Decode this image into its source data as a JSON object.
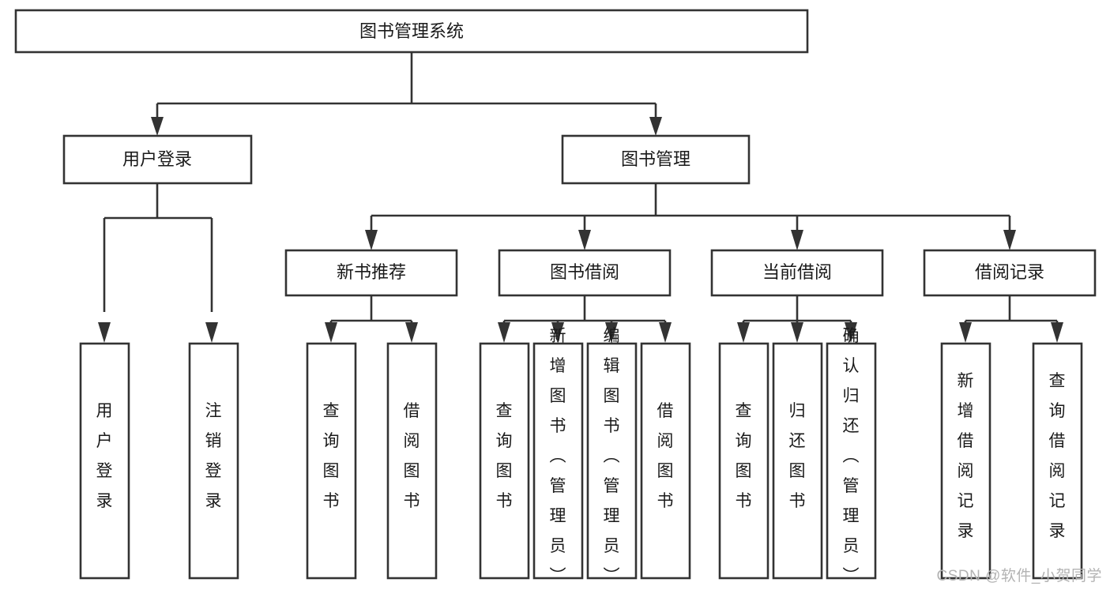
{
  "diagram": {
    "type": "tree",
    "title": "图书管理系统",
    "orientation": "top-down",
    "colors": {
      "box_fill": "#ffffff",
      "box_stroke": "#333333",
      "text": "#1a1a1a",
      "background": "#ffffff",
      "watermark": "#b3b3b3"
    },
    "root": {
      "label": "图书管理系统"
    },
    "level2": [
      {
        "label": "用户登录"
      },
      {
        "label": "图书管理"
      }
    ],
    "level3": [
      {
        "label": "新书推荐"
      },
      {
        "label": "图书借阅"
      },
      {
        "label": "当前借阅"
      },
      {
        "label": "借阅记录"
      }
    ],
    "leaves": {
      "user_login": [
        {
          "label": "用户登录"
        },
        {
          "label": "注销登录"
        }
      ],
      "new_book_recommend": [
        {
          "label": "查询图书"
        },
        {
          "label": "借阅图书"
        }
      ],
      "book_borrow": [
        {
          "label": "查询图书"
        },
        {
          "label": "新增图书（管理员）"
        },
        {
          "label": "编辑图书（管理员）"
        },
        {
          "label": "借阅图书"
        }
      ],
      "current_borrow": [
        {
          "label": "查询图书"
        },
        {
          "label": "归还图书"
        },
        {
          "label": "确认归还（管理员）"
        }
      ],
      "borrow_record": [
        {
          "label": "新增借阅记录"
        },
        {
          "label": "查询借阅记录"
        }
      ]
    }
  },
  "watermark": {
    "text": "CSDN @软件_小贺同学"
  }
}
